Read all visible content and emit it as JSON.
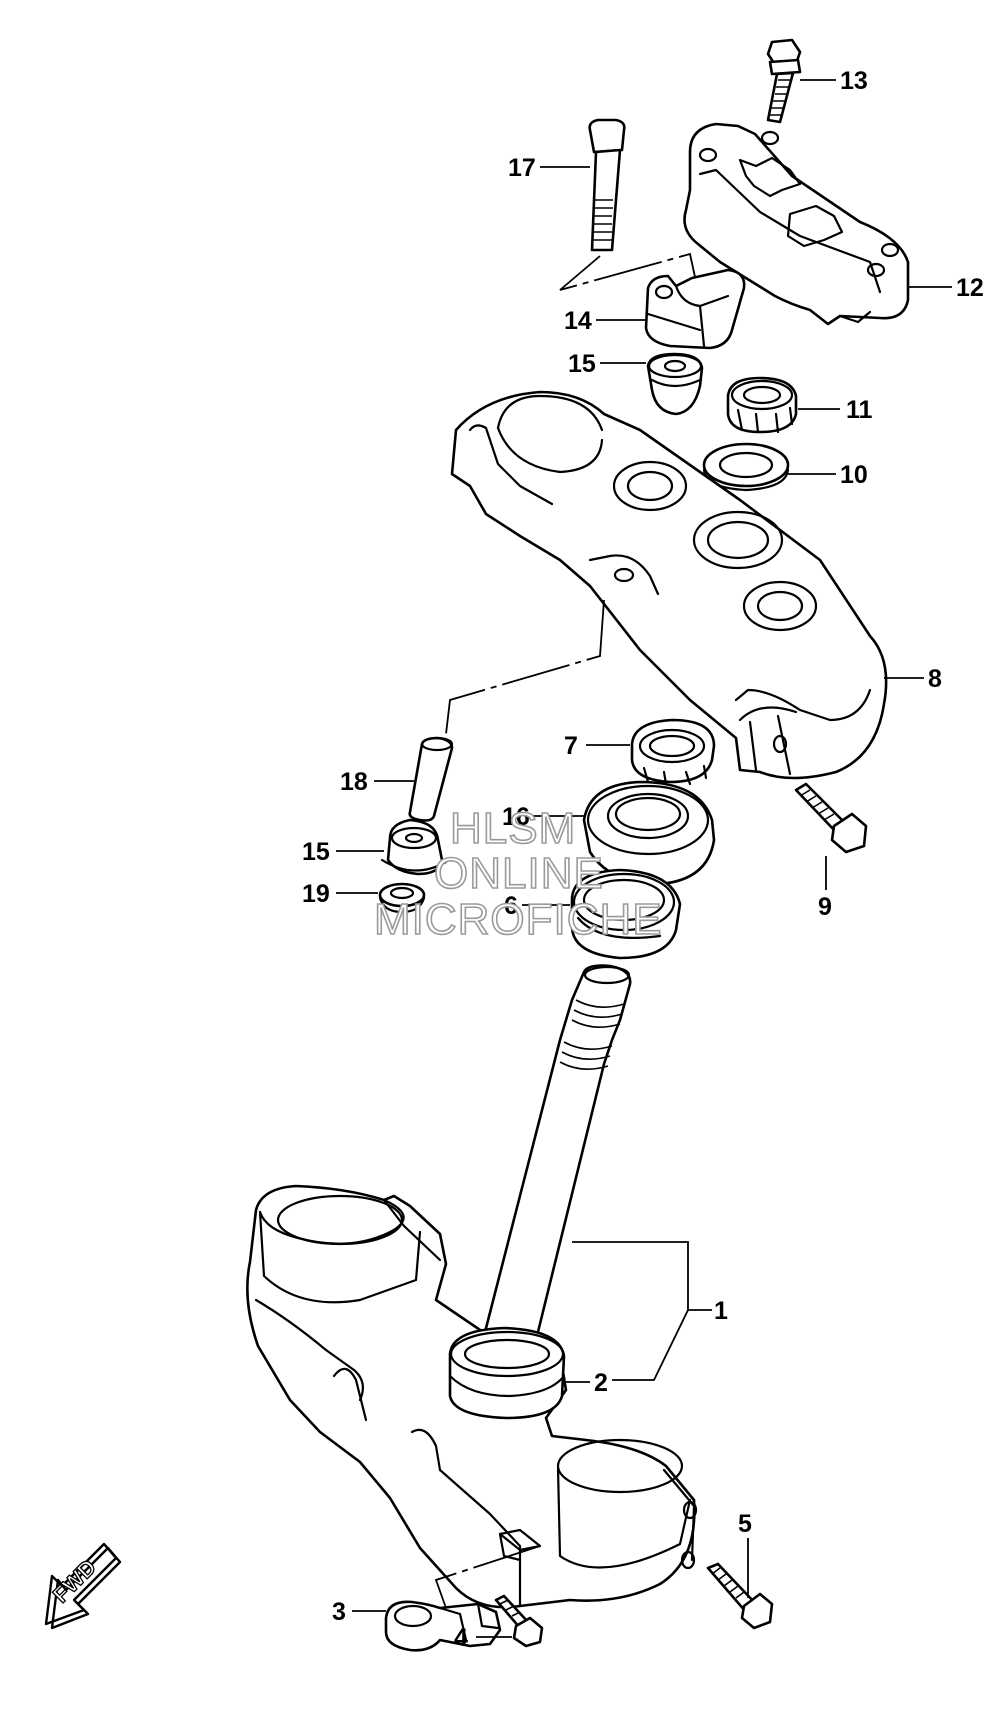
{
  "callouts": {
    "c1": "1",
    "c2": "2",
    "c3": "3",
    "c4": "4",
    "c5": "5",
    "c6": "6",
    "c7": "7",
    "c8": "8",
    "c9": "9",
    "c10": "10",
    "c11": "11",
    "c12": "12",
    "c13": "13",
    "c14": "14",
    "c15a": "15",
    "c15b": "15",
    "c16": "16",
    "c17": "17",
    "c18": "18",
    "c19": "19"
  },
  "watermark": {
    "line1": "HLSM",
    "line2": "ONLINE",
    "line3": "MICROFICHE"
  },
  "direction_arrow": {
    "text": "FWD"
  }
}
